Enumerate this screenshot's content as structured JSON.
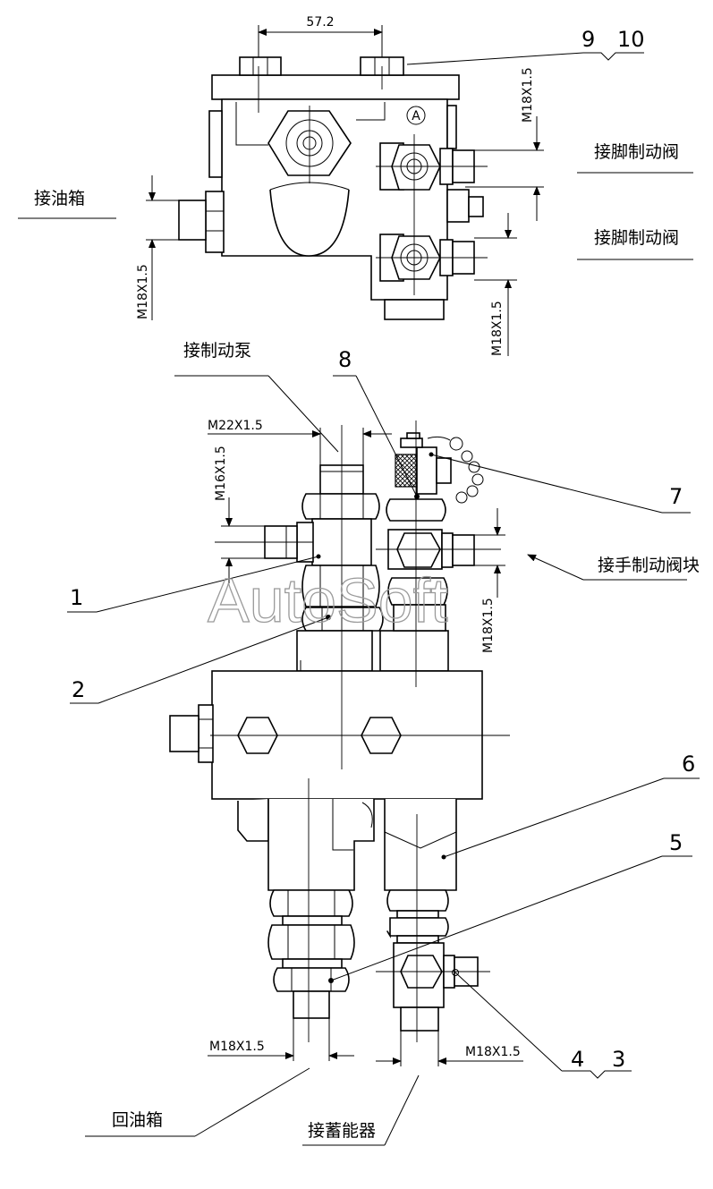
{
  "dimensions": {
    "top_width": "57.2",
    "right_upper_thread": "M18X1.5",
    "left_thread": "M18X1.5",
    "right_lower_thread": "M18X1.5",
    "pump_thread": "M22X1.5",
    "left_mid_thread": "M16X1.5",
    "right_mid_thread": "M18X1.5",
    "bottom_left_thread": "M18X1.5",
    "bottom_right_thread": "M18X1.5"
  },
  "labels": {
    "to_foot_brake_valve_1": "接脚制动阀",
    "to_foot_brake_valve_2": "接脚制动阀",
    "to_oil_tank": "接油箱",
    "to_brake_pump": "接制动泵",
    "to_hand_brake_block": "接手制动阀块",
    "return_to_tank": "回油箱",
    "to_accumulator": "接蓄能器",
    "view_marker": "A"
  },
  "part_numbers": {
    "p9": "9",
    "p10": "10",
    "p8": "8",
    "p7": "7",
    "p1": "1",
    "p2": "2",
    "p6": "6",
    "p5": "5",
    "p4": "4",
    "p3": "3"
  },
  "watermark": "AutoSoft"
}
